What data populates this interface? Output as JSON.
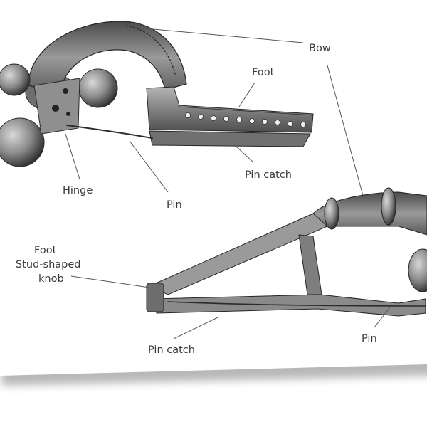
{
  "figure": {
    "top_brooch": {
      "labels": {
        "bow": "Bow",
        "foot": "Foot",
        "hinge": "Hinge",
        "pin": "Pin",
        "pin_catch": "Pin catch"
      }
    },
    "bottom_brooch": {
      "labels": {
        "foot": "Foot",
        "knob_line1": "Stud-shaped",
        "knob_line2": "knob",
        "pin_catch": "Pin catch",
        "pin": "Pin"
      }
    }
  }
}
